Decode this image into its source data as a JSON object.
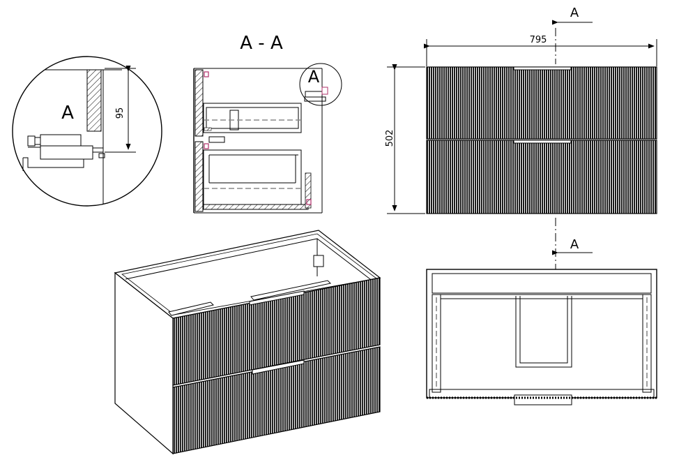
{
  "section_title": "A - A",
  "detail_label": "A",
  "detail_small_label": "A",
  "detail_dimension": "95",
  "section_marker_top": "A",
  "section_marker_bottom": "A",
  "width_dimension": "795",
  "height_dimension": "502",
  "colors": {
    "line": "#000000",
    "front_fill": "#2a2a2a",
    "dimension_arrow_end": "#2b3fa8",
    "hinge_accent": "#b0306a"
  }
}
